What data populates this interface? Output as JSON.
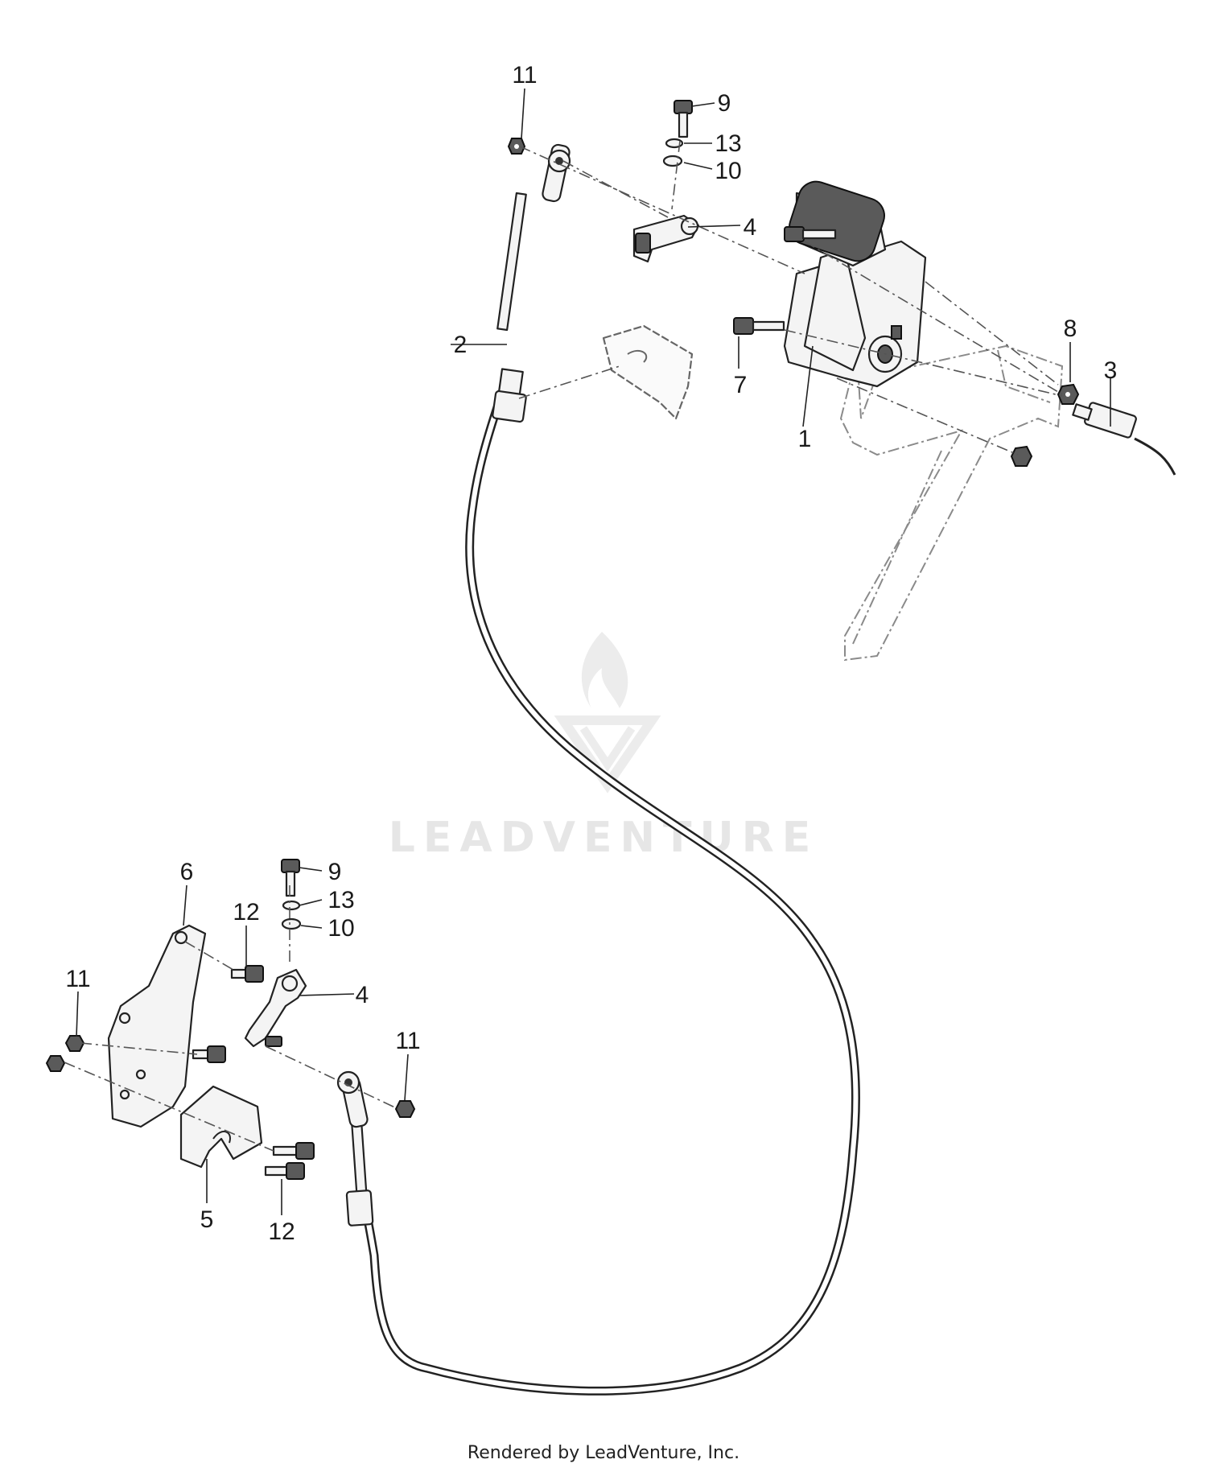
{
  "watermark": {
    "text": "LEADVENTURE"
  },
  "footer": {
    "text": "Rendered by LeadVenture, Inc."
  },
  "callouts": {
    "c1": "1",
    "c2": "2",
    "c3": "3",
    "c4_top": "4",
    "c4_bottom": "4",
    "c5": "5",
    "c6": "6",
    "c7": "7",
    "c8": "8",
    "c9_top": "9",
    "c9_bottom": "9",
    "c10_top": "10",
    "c10_bottom": "10",
    "c11_top": "11",
    "c11_left": "11",
    "c11_right": "11",
    "c12_top": "12",
    "c12_bottom": "12",
    "c13_top": "13",
    "c13_bottom": "13"
  }
}
